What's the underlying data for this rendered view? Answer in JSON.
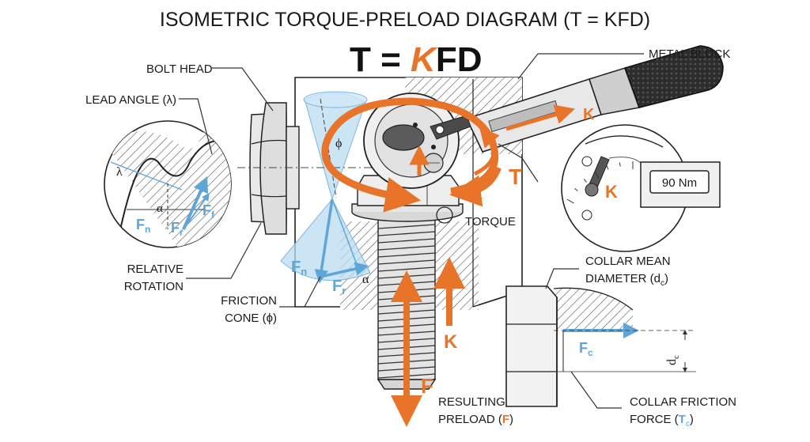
{
  "title": "ISOMETRIC TORQUE-PRELOAD DIAGRAM (T = KFD)",
  "formula": {
    "t_eq": "T = ",
    "k": "K",
    "fd": "FD"
  },
  "labels": {
    "bolt_head": "BOLT HEAD",
    "lead_angle": "LEAD ANGLE (λ)",
    "metal_block": "METAL BLOCK",
    "relative_rotation_1": "RELATIVE",
    "relative_rotation_2": "ROTATION",
    "friction_cone_1": "FRICTION",
    "friction_cone_2": "CONE (ϕ)",
    "torque": "TORQUE",
    "collar_mean_1": "COLLAR MEAN",
    "collar_mean_2": "DIAMETER (d",
    "collar_mean_sub": "c",
    "collar_mean_end": ")",
    "resulting_preload_1": "RESULTING",
    "resulting_preload_2": "PRELOAD (",
    "resulting_preload_f": "F",
    "resulting_preload_end": ")",
    "collar_friction_1": "COLLAR FRICTION",
    "collar_friction_2": "FORCE (",
    "collar_friction_t": "T",
    "collar_friction_sub": "c",
    "collar_friction_end": ")"
  },
  "symbols": {
    "k_wrench": "K",
    "t_torque": "T",
    "k_dial": "K",
    "k_block": "K",
    "f_preload": "F",
    "phi_cone": "ϕ",
    "alpha": "α",
    "lambda": "λ",
    "fn": "F",
    "fn_sub": "n",
    "fr": "F",
    "fr_sub": "r",
    "ff": "F",
    "ff_sub": "f",
    "fc": "F",
    "fc_sub": "c",
    "dc": "d",
    "dc_sub": "c"
  },
  "dial_reading": "90 Nm",
  "colors": {
    "orange": "#e8742a",
    "blue": "#5fa6d8",
    "cone": "#b9dcf2",
    "steel": "#e6e6e6",
    "ink": "#1a1a1a"
  }
}
